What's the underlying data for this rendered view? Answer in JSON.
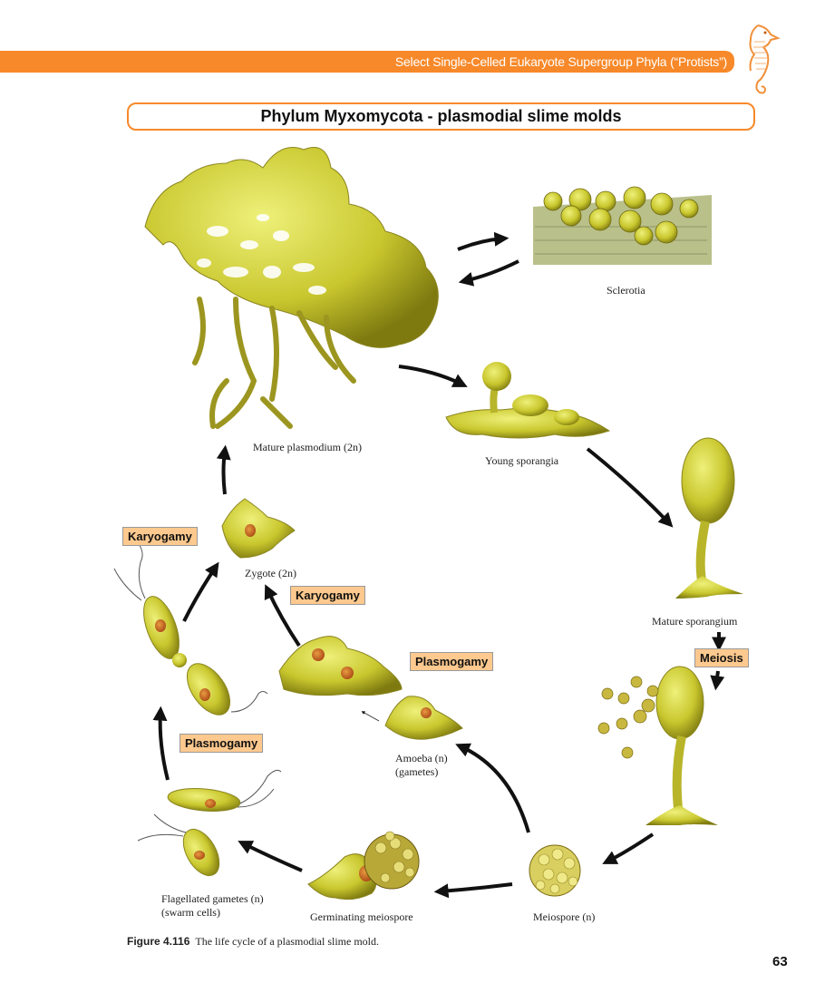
{
  "header": {
    "section_title": "Select Single-Celled Eukaryote Supergroup Phyla (“Protists”)",
    "page_title": "Phylum Myxomycota - plasmodial slime molds",
    "accent_color": "#f7892a"
  },
  "diagram": {
    "stage_labels": {
      "sclerotia": "Sclerotia",
      "mature_plasmodium": "Mature plasmodium (2n)",
      "young_sporangia": "Young sporangia",
      "mature_sporangium": "Mature sporangium",
      "zygote": "Zygote (2n)",
      "amoeba_line1": "Amoeba (n)",
      "amoeba_line2": "(gametes)",
      "flagellated_line1": "Flagellated gametes (n)",
      "flagellated_line2": "(swarm cells)",
      "germinating_meiospore": "Germinating meiospore",
      "meiospore": "Meiospore (n)"
    },
    "process_tags": {
      "karyogamy_left": "Karyogamy",
      "karyogamy_center": "Karyogamy",
      "plasmogamy_right": "Plasmogamy",
      "plasmogamy_left": "Plasmogamy",
      "meiosis": "Meiosis"
    },
    "organism_color": "#c9c72e",
    "tag_color": "#fdc98e"
  },
  "caption": {
    "figure_number": "Figure 4.116",
    "text": "The life cycle of a plasmodial slime mold."
  },
  "page_number": "63"
}
